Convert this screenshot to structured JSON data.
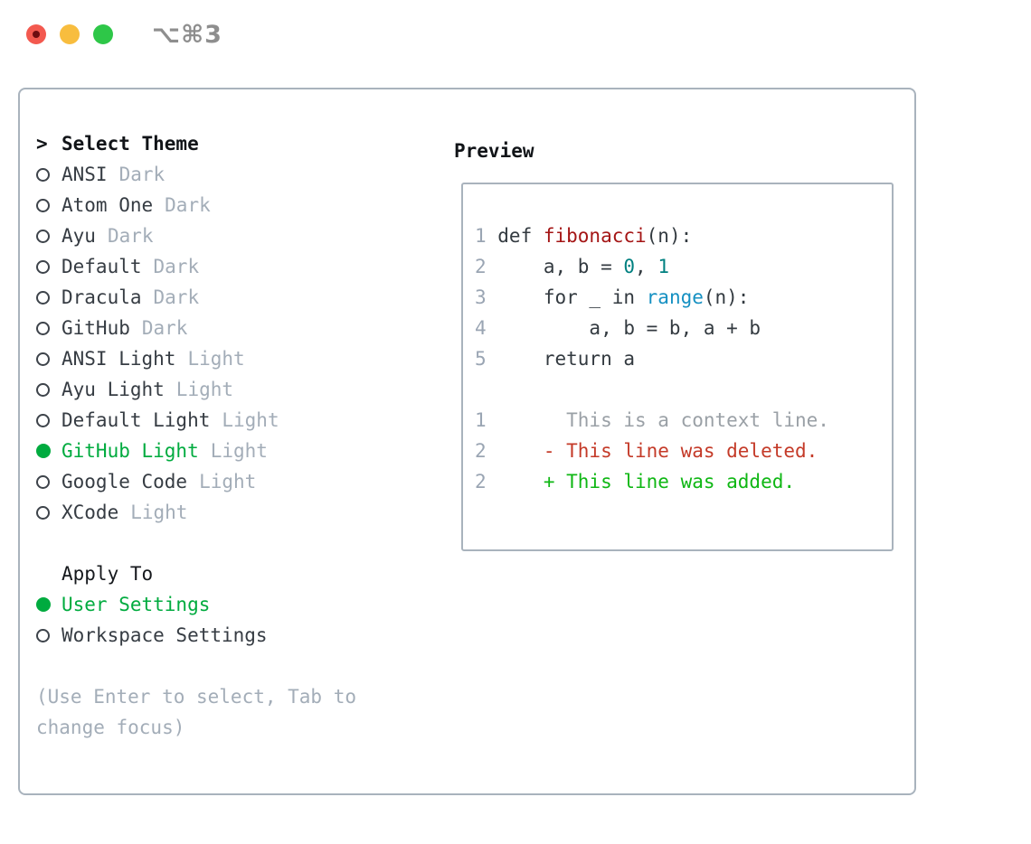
{
  "window": {
    "title": "⌥⌘3",
    "traffic_lights": {
      "close": "close",
      "minimize": "minimize",
      "zoom": "zoom"
    }
  },
  "theme_panel": {
    "prompt": ">",
    "title": "Select Theme",
    "themes": [
      {
        "name": "ANSI",
        "variant": "Dark",
        "selected": false
      },
      {
        "name": "Atom One",
        "variant": "Dark",
        "selected": false
      },
      {
        "name": "Ayu",
        "variant": "Dark",
        "selected": false
      },
      {
        "name": "Default",
        "variant": "Dark",
        "selected": false
      },
      {
        "name": "Dracula",
        "variant": "Dark",
        "selected": false
      },
      {
        "name": "GitHub",
        "variant": "Dark",
        "selected": false
      },
      {
        "name": "ANSI Light",
        "variant": "Light",
        "selected": false
      },
      {
        "name": "Ayu Light",
        "variant": "Light",
        "selected": false
      },
      {
        "name": "Default Light",
        "variant": "Light",
        "selected": false
      },
      {
        "name": "GitHub Light",
        "variant": "Light",
        "selected": true
      },
      {
        "name": "Google Code",
        "variant": "Light",
        "selected": false
      },
      {
        "name": "XCode",
        "variant": "Light",
        "selected": false
      }
    ],
    "apply_to": {
      "title": "Apply To",
      "options": [
        {
          "label": "User Settings",
          "selected": true
        },
        {
          "label": "Workspace Settings",
          "selected": false
        }
      ]
    },
    "hint": "(Use Enter to select, Tab to change focus)"
  },
  "preview": {
    "title": "Preview",
    "code_lines": [
      {
        "num": "1",
        "segments": [
          {
            "t": "def ",
            "type": "keyword"
          },
          {
            "t": "fibonacci",
            "type": "function"
          },
          {
            "t": "(n):",
            "type": "plain"
          }
        ]
      },
      {
        "num": "2",
        "segments": [
          {
            "t": "    a, b = ",
            "type": "plain"
          },
          {
            "t": "0",
            "type": "number"
          },
          {
            "t": ", ",
            "type": "plain"
          },
          {
            "t": "1",
            "type": "number"
          }
        ]
      },
      {
        "num": "3",
        "segments": [
          {
            "t": "    for _ in ",
            "type": "plain"
          },
          {
            "t": "range",
            "type": "builtin"
          },
          {
            "t": "(n):",
            "type": "plain"
          }
        ]
      },
      {
        "num": "4",
        "segments": [
          {
            "t": "        a, b = b, a + b",
            "type": "plain"
          }
        ]
      },
      {
        "num": "5",
        "segments": [
          {
            "t": "    return a",
            "type": "plain"
          }
        ]
      }
    ],
    "diff_lines": [
      {
        "num": "1",
        "content": "      This is a context line.",
        "type": "context"
      },
      {
        "num": "2",
        "content": "    - This line was deleted.",
        "type": "deleted"
      },
      {
        "num": "2",
        "content": "    + This line was added.",
        "type": "added"
      }
    ],
    "colors": {
      "function": "#a41515",
      "number": "#008080",
      "builtin": "#1590c2",
      "plain": "#333a40",
      "line_number": "#9aa5b3",
      "context": "#9aa0a6",
      "deleted": "#c43a28",
      "added": "#0fb714",
      "selection_green": "#00ab3f",
      "border": "#a9b3bd"
    }
  }
}
